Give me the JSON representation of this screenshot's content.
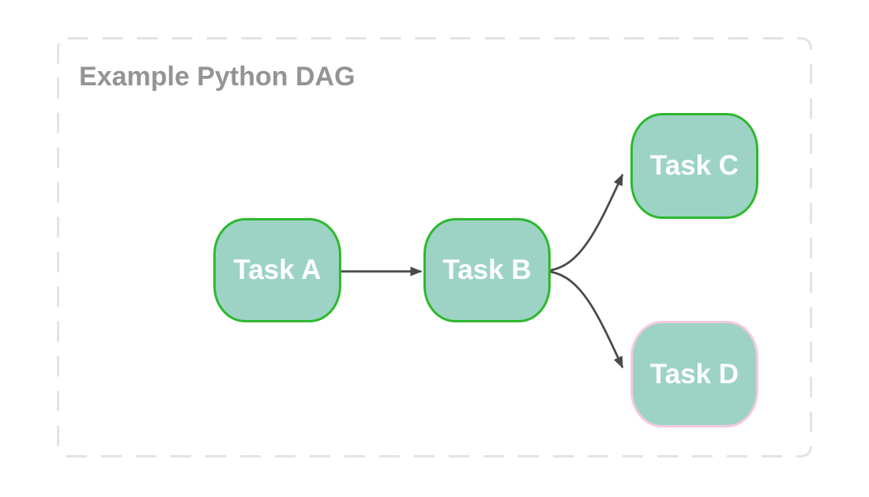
{
  "diagram": {
    "title": "Example Python DAG",
    "type": "flowchart",
    "nodes": [
      {
        "id": "task_a",
        "label": "Task A",
        "border_color": "#2eb82e",
        "fill": "#9cd3c5"
      },
      {
        "id": "task_b",
        "label": "Task B",
        "border_color": "#2eb82e",
        "fill": "#9cd3c5"
      },
      {
        "id": "task_c",
        "label": "Task C",
        "border_color": "#2eb82e",
        "fill": "#9cd3c5"
      },
      {
        "id": "task_d",
        "label": "Task D",
        "border_color": "#f4cade",
        "fill": "#9cd3c5"
      }
    ],
    "edges": [
      {
        "from": "Task A",
        "to": "Task B"
      },
      {
        "from": "Task B",
        "to": "Task C"
      },
      {
        "from": "Task B",
        "to": "Task D"
      }
    ],
    "colors": {
      "node_fill": "#9cd3c5",
      "node_border_green": "#2eb82e",
      "node_border_pink": "#f4cade",
      "node_text": "#ffffff",
      "edge_stroke": "#4a4a4a",
      "boundary_dash": "#e3e3e3",
      "title_text": "#949494",
      "background": "#ffffff"
    }
  }
}
